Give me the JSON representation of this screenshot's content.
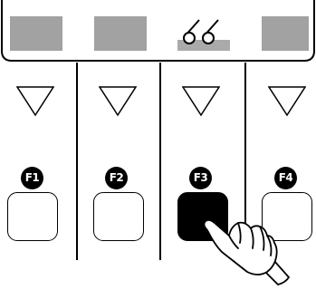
{
  "function_keys": [
    {
      "label": "F1",
      "pressed": false
    },
    {
      "label": "F2",
      "pressed": false
    },
    {
      "label": "F3",
      "pressed": true
    },
    {
      "label": "F4",
      "pressed": false
    }
  ],
  "display": {
    "slots": [
      {
        "icon": "blank"
      },
      {
        "icon": "blank"
      },
      {
        "icon": "twin-circle-icon"
      },
      {
        "icon": "blank"
      }
    ]
  },
  "colors": {
    "display_fill": "#a9a9a9",
    "line": "#000000",
    "pressed_key": "#000000"
  },
  "icons": {
    "softkey_arrow": "triangle-down-icon",
    "hand": "pointing-hand-icon"
  }
}
